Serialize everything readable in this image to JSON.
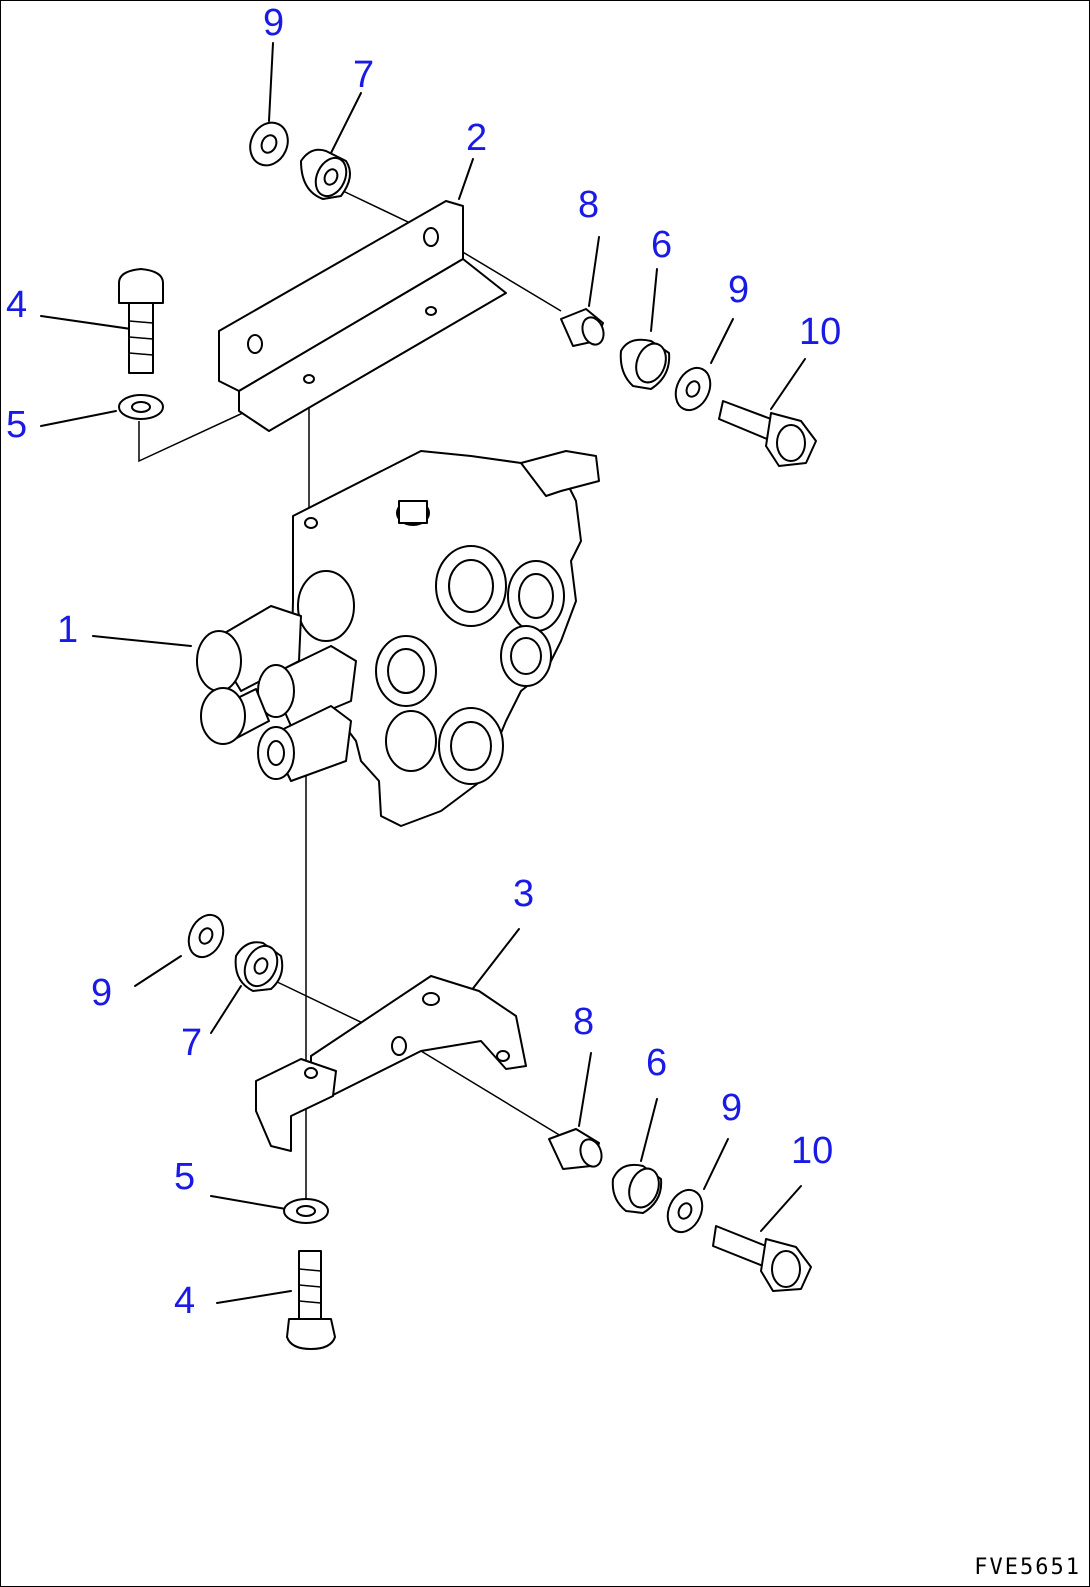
{
  "diagram": {
    "drawing_id": "FVE5651",
    "callouts": [
      {
        "id": "c-9-top",
        "label": "9"
      },
      {
        "id": "c-7-top",
        "label": "7"
      },
      {
        "id": "c-2",
        "label": "2"
      },
      {
        "id": "c-8-top",
        "label": "8"
      },
      {
        "id": "c-6-top",
        "label": "6"
      },
      {
        "id": "c-9-right-top",
        "label": "9"
      },
      {
        "id": "c-10-top",
        "label": "10"
      },
      {
        "id": "c-4-top",
        "label": "4"
      },
      {
        "id": "c-5-top",
        "label": "5"
      },
      {
        "id": "c-1",
        "label": "1"
      },
      {
        "id": "c-3",
        "label": "3"
      },
      {
        "id": "c-9-left-bottom",
        "label": "9"
      },
      {
        "id": "c-7-bottom",
        "label": "7"
      },
      {
        "id": "c-8-bottom",
        "label": "8"
      },
      {
        "id": "c-6-bottom",
        "label": "6"
      },
      {
        "id": "c-9-right-bottom",
        "label": "9"
      },
      {
        "id": "c-10-bottom",
        "label": "10"
      },
      {
        "id": "c-5-bottom",
        "label": "5"
      },
      {
        "id": "c-4-bottom",
        "label": "4"
      }
    ]
  },
  "colors": {
    "callout": "#1a1ae6",
    "line": "#000000",
    "background": "#ffffff"
  }
}
